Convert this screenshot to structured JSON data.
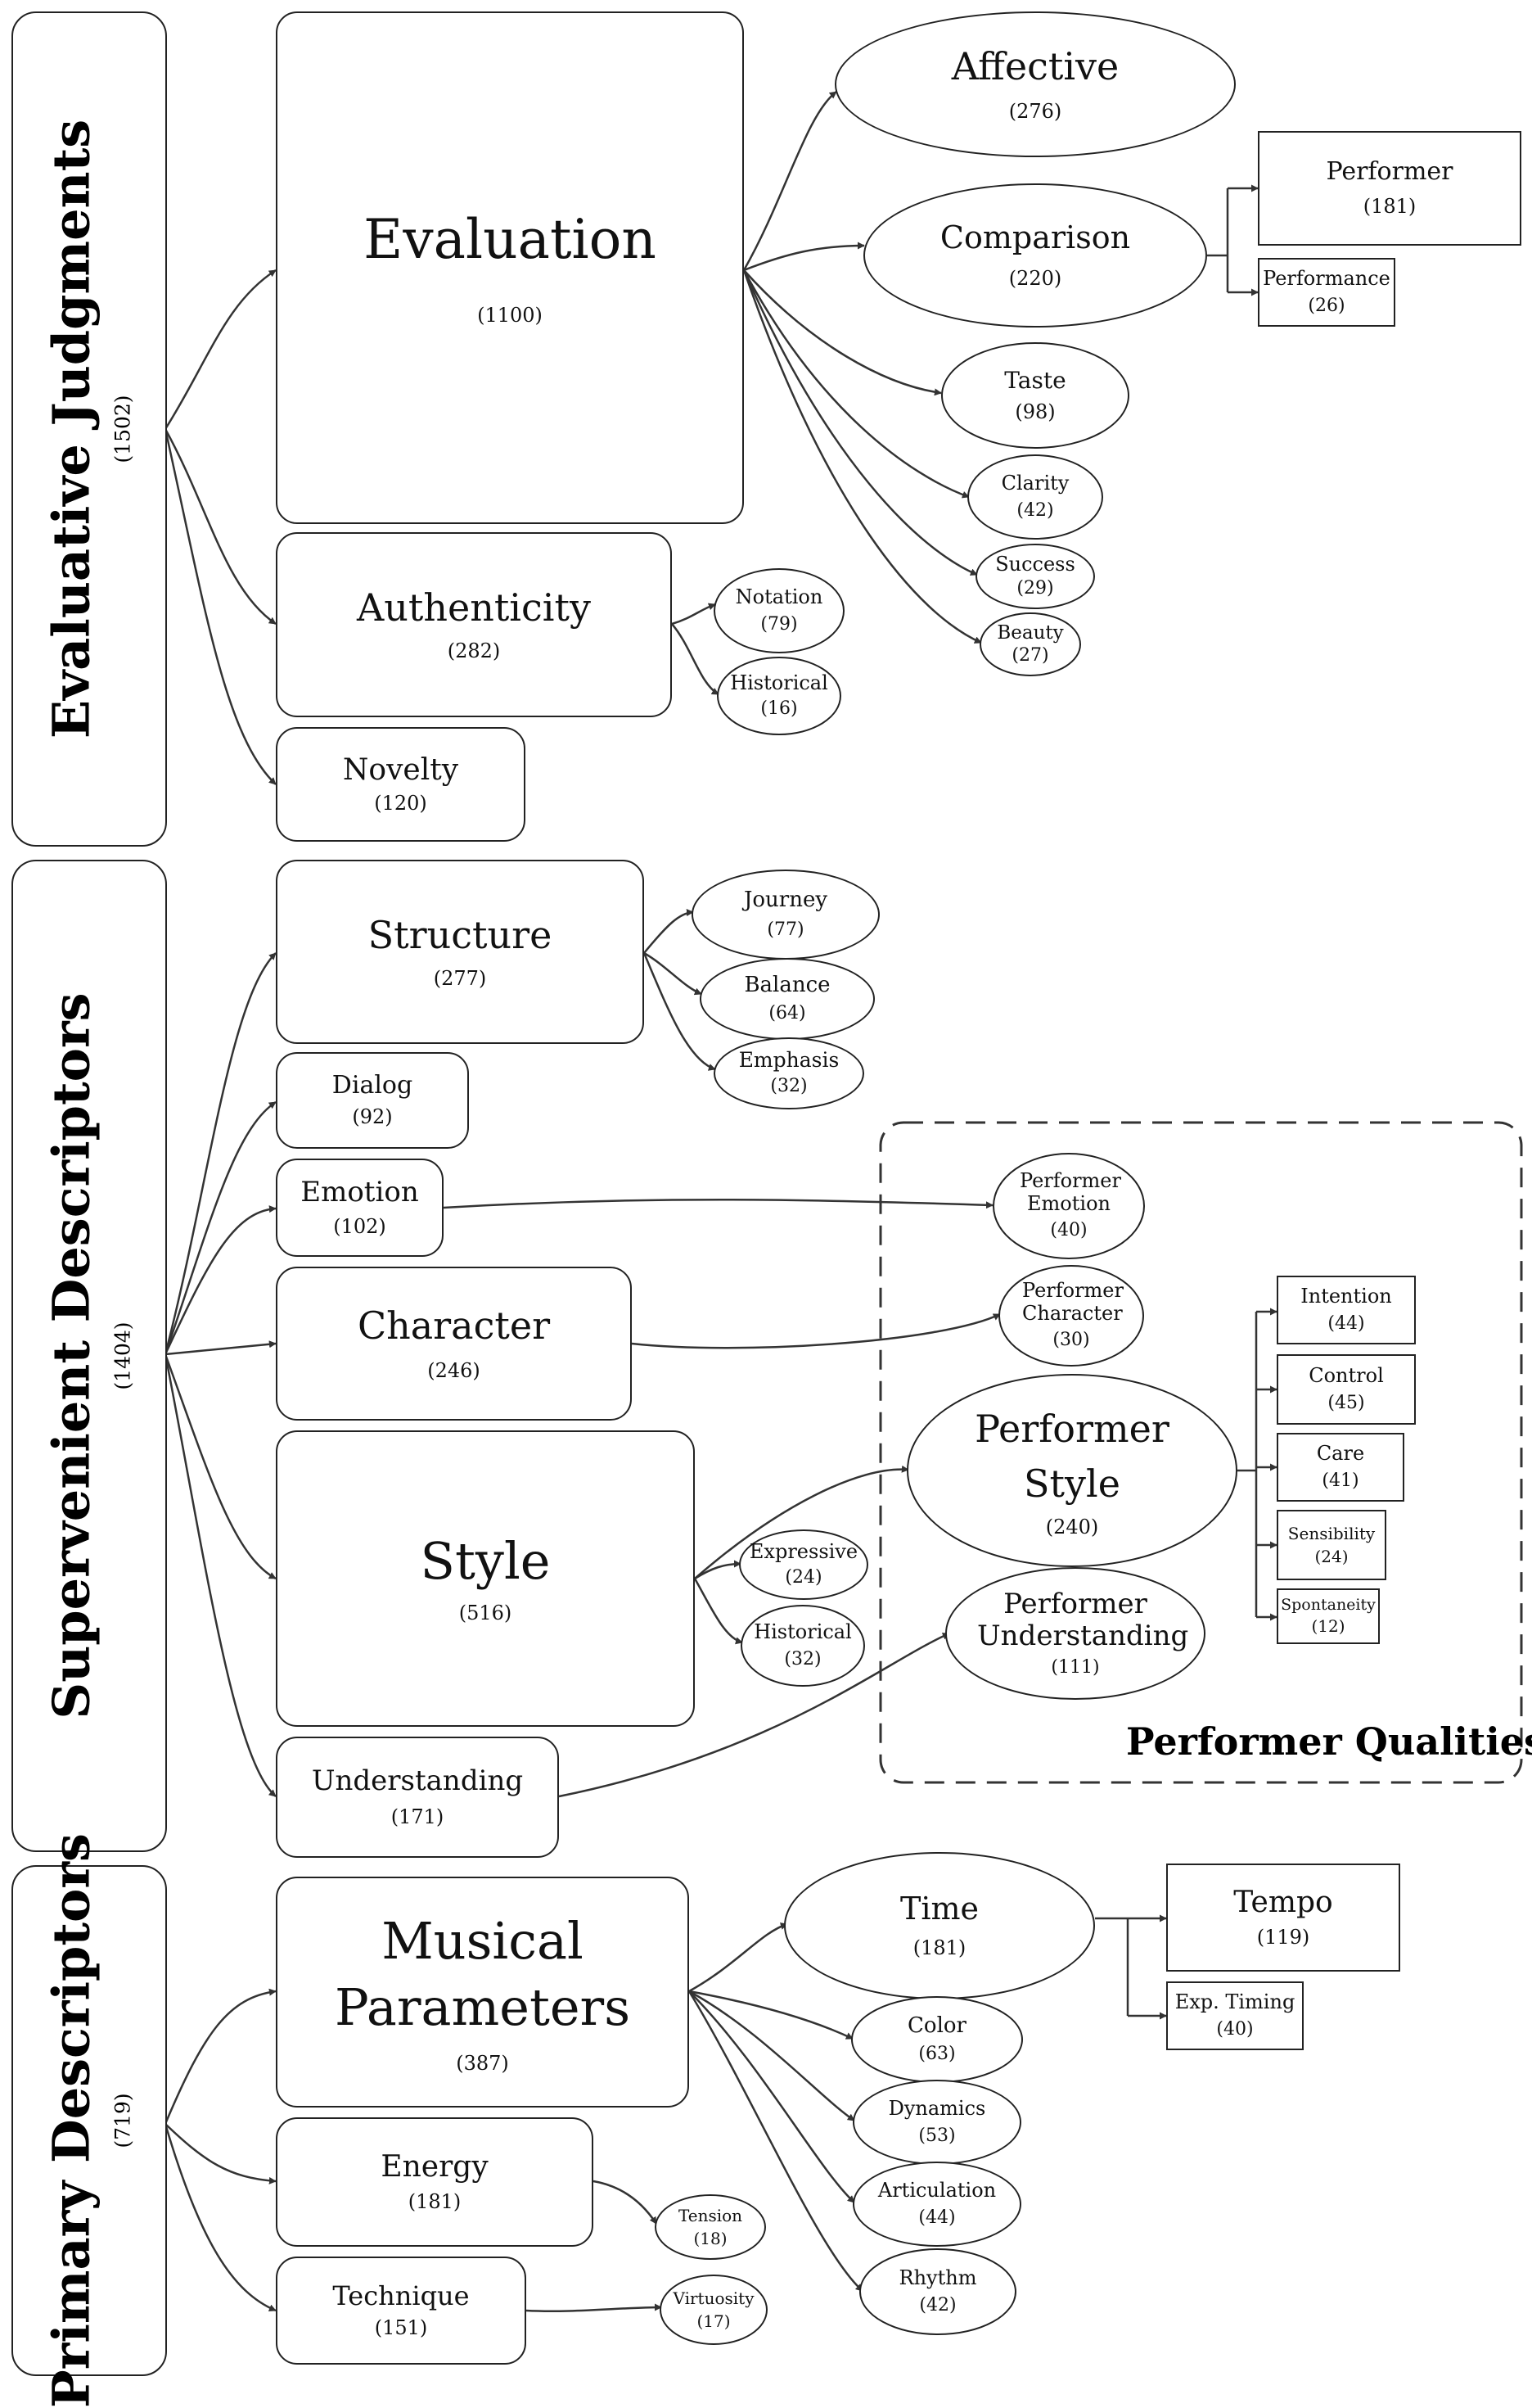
{
  "categories": {
    "evaluative": {
      "title": "Evaluative Judgments",
      "count": "(1502)"
    },
    "supervenient": {
      "title": "Supervenient Descriptors",
      "count": "(1404)"
    },
    "primary": {
      "title": "Primary Descriptors",
      "count": "(719)"
    }
  },
  "nodes": {
    "evaluation": {
      "label": "Evaluation",
      "count": "(1100)"
    },
    "authenticity": {
      "label": "Authenticity",
      "count": "(282)"
    },
    "novelty": {
      "label": "Novelty",
      "count": "(120)"
    },
    "affective": {
      "label": "Affective",
      "count": "(276)"
    },
    "comparison": {
      "label": "Comparison",
      "count": "(220)"
    },
    "taste": {
      "label": "Taste",
      "count": "(98)"
    },
    "clarity": {
      "label": "Clarity",
      "count": "(42)"
    },
    "success": {
      "label": "Success",
      "count": "(29)"
    },
    "beauty": {
      "label": "Beauty",
      "count": "(27)"
    },
    "cmp_performer": {
      "label": "Performer",
      "count": "(181)"
    },
    "cmp_performance": {
      "label": "Performance",
      "count": "(26)"
    },
    "notation": {
      "label": "Notation",
      "count": "(79)"
    },
    "auth_historical": {
      "label": "Historical",
      "count": "(16)"
    },
    "structure": {
      "label": "Structure",
      "count": "(277)"
    },
    "dialog": {
      "label": "Dialog",
      "count": "(92)"
    },
    "emotion": {
      "label": "Emotion",
      "count": "(102)"
    },
    "character": {
      "label": "Character",
      "count": "(246)"
    },
    "style": {
      "label": "Style",
      "count": "(516)"
    },
    "understanding": {
      "label": "Understanding",
      "count": "(171)"
    },
    "journey": {
      "label": "Journey",
      "count": "(77)"
    },
    "balance": {
      "label": "Balance",
      "count": "(64)"
    },
    "emphasis": {
      "label": "Emphasis",
      "count": "(32)"
    },
    "expressive": {
      "label": "Expressive",
      "count": "(24)"
    },
    "style_historical": {
      "label": "Historical",
      "count": "(32)"
    },
    "perf_emotion": {
      "label": "Performer Emotion",
      "count": "(40)"
    },
    "perf_character": {
      "label": "Performer Character",
      "count": "(30)"
    },
    "perf_style": {
      "label": "Performer Style",
      "count": "(240)"
    },
    "perf_understanding": {
      "label": "Performer Understanding",
      "count": "(111)"
    },
    "intention": {
      "label": "Intention",
      "count": "(44)"
    },
    "control": {
      "label": "Control",
      "count": "(45)"
    },
    "care": {
      "label": "Care",
      "count": "(41)"
    },
    "sensibility": {
      "label": "Sensibility",
      "count": "(24)"
    },
    "spontaneity": {
      "label": "Spontaneity",
      "count": "(12)"
    },
    "musical_parameters": {
      "label": "Musical Parameters",
      "count": "(387)"
    },
    "energy": {
      "label": "Energy",
      "count": "(181)"
    },
    "technique": {
      "label": "Technique",
      "count": "(151)"
    },
    "time": {
      "label": "Time",
      "count": "(181)"
    },
    "color": {
      "label": "Color",
      "count": "(63)"
    },
    "dynamics": {
      "label": "Dynamics",
      "count": "(53)"
    },
    "articulation": {
      "label": "Articulation",
      "count": "(44)"
    },
    "rhythm": {
      "label": "Rhythm",
      "count": "(42)"
    },
    "tempo": {
      "label": "Tempo",
      "count": "(119)"
    },
    "exp_timing": {
      "label": "Exp. Timing",
      "count": "(40)"
    },
    "tension": {
      "label": "Tension",
      "count": "(18)"
    },
    "virtuosity": {
      "label": "Virtuosity",
      "count": "(17)"
    }
  },
  "performer_qualities": {
    "title": "Performer Qualities"
  }
}
